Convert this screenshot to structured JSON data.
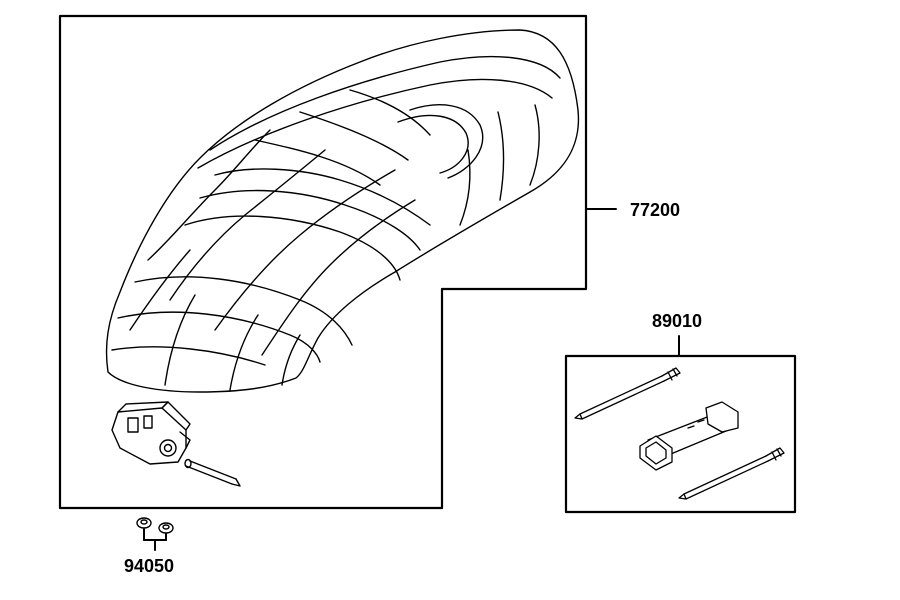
{
  "diagram": {
    "colors": {
      "ink": "#000000",
      "paper": "#ffffff",
      "part_fill": "#d9d9d9"
    },
    "parts": [
      {
        "number": "77200",
        "item": "seat-assembly"
      },
      {
        "number": "89010",
        "item": "tool-kit"
      },
      {
        "number": "94050",
        "item": "grommets"
      }
    ]
  }
}
